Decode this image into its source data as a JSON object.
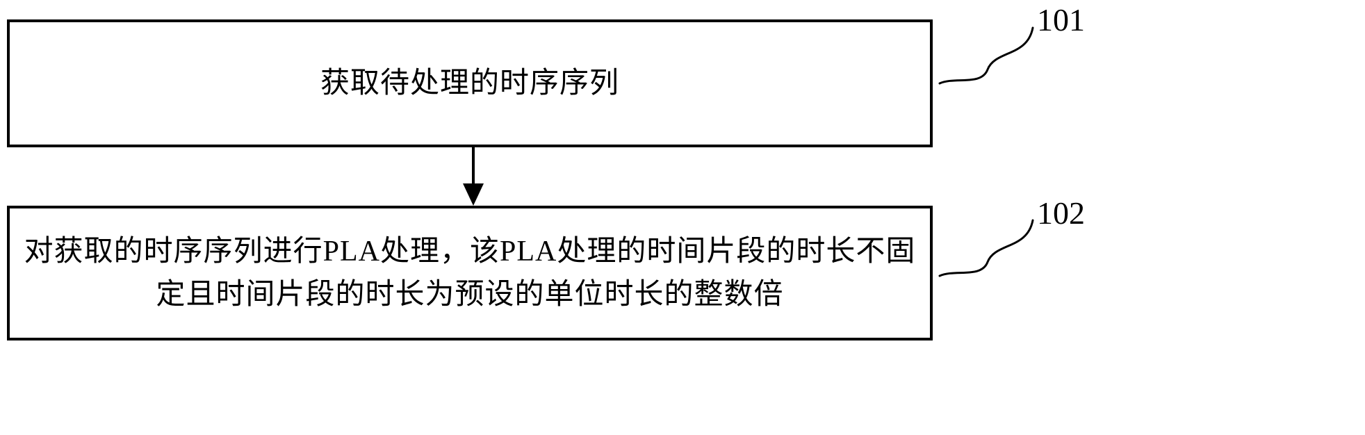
{
  "diagram": {
    "type": "flowchart",
    "background_color": "#ffffff",
    "line_color": "#000000",
    "steps": [
      {
        "label": "101",
        "lines": {
          "0": "获取待处理的时序序列"
        }
      },
      {
        "label": "102",
        "lines": {
          "0": "对获取的时序序列进行PLA处理，该PLA处理的时间片段的时长不固",
          "1": "定且时间片段的时长为预设的单位时长的整数倍"
        }
      }
    ],
    "connectors": [
      {
        "name": "arrow-step1-to-step2",
        "kind": "arrow-down"
      },
      {
        "name": "leader-101",
        "kind": "s-curve"
      },
      {
        "name": "leader-102",
        "kind": "s-curve"
      }
    ]
  }
}
